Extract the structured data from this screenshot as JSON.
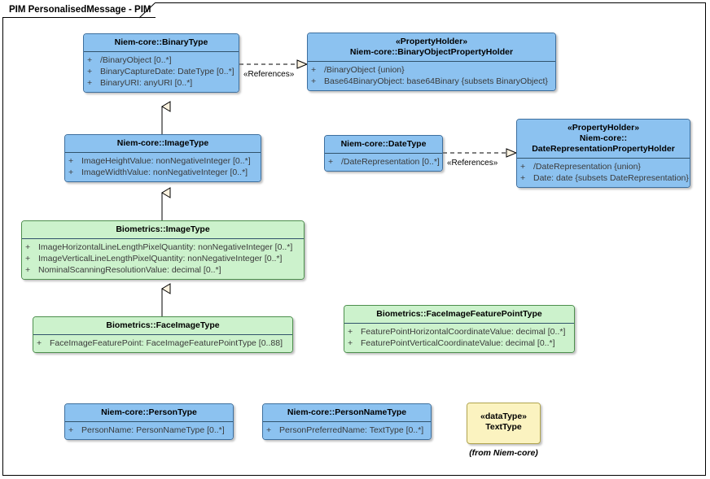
{
  "diagram": {
    "frame_title": "PIM PersonalisedMessage - PIM",
    "relationship_labels": {
      "references_binary": "«References»",
      "references_date": "«References»"
    },
    "classes": [
      {
        "id": "binarytype",
        "name": "Niem-core::BinaryType",
        "stereotype": "",
        "fill": "blue",
        "attributes": [
          {
            "visibility": "+",
            "text": "/BinaryObject [0..*]"
          },
          {
            "visibility": "+",
            "text": "BinaryCaptureDate: DateType [0..*]"
          },
          {
            "visibility": "+",
            "text": "BinaryURI: anyURI [0..*]"
          }
        ]
      },
      {
        "id": "binaryobjectpropertyholder",
        "name": "Niem-core::BinaryObjectPropertyHolder",
        "stereotype": "«PropertyHolder»",
        "fill": "blue",
        "attributes": [
          {
            "visibility": "+",
            "text": "/BinaryObject {union}"
          },
          {
            "visibility": "+",
            "text": "Base64BinaryObject: base64Binary {subsets BinaryObject}"
          }
        ]
      },
      {
        "id": "niemimagetype",
        "name": "Niem-core::ImageType",
        "stereotype": "",
        "fill": "blue",
        "attributes": [
          {
            "visibility": "+",
            "text": "ImageHeightValue: nonNegativeInteger [0..*]"
          },
          {
            "visibility": "+",
            "text": "ImageWidthValue: nonNegativeInteger [0..*]"
          }
        ]
      },
      {
        "id": "datetype",
        "name": "Niem-core::DateType",
        "stereotype": "",
        "fill": "blue",
        "attributes": [
          {
            "visibility": "+",
            "text": "/DateRepresentation [0..*]"
          }
        ]
      },
      {
        "id": "daterepresentationpropertyholder",
        "name": "Niem-core::\nDateRepresentationPropertyHolder",
        "name_line1": "Niem-core::",
        "name_line2": "DateRepresentationPropertyHolder",
        "stereotype": "«PropertyHolder»",
        "fill": "blue",
        "attributes": [
          {
            "visibility": "+",
            "text": "/DateRepresentation {union}"
          },
          {
            "visibility": "+",
            "text": "Date: date {subsets DateRepresentation}"
          }
        ]
      },
      {
        "id": "bioimagetype",
        "name": "Biometrics::ImageType",
        "stereotype": "",
        "fill": "green",
        "attributes": [
          {
            "visibility": "+",
            "text": "ImageHorizontalLineLengthPixelQuantity: nonNegativeInteger [0..*]"
          },
          {
            "visibility": "+",
            "text": "ImageVerticalLineLengthPixelQuantity: nonNegativeInteger [0..*]"
          },
          {
            "visibility": "+",
            "text": "NominalScanningResolutionValue: decimal [0..*]"
          }
        ]
      },
      {
        "id": "faceimagetype",
        "name": "Biometrics::FaceImageType",
        "stereotype": "",
        "fill": "green",
        "attributes": [
          {
            "visibility": "+",
            "text": "FaceImageFeaturePoint: FaceImageFeaturePointType [0..88]"
          }
        ]
      },
      {
        "id": "faceimagefeaturepointtype",
        "name": "Biometrics::FaceImageFeaturePointType",
        "stereotype": "",
        "fill": "green",
        "attributes": [
          {
            "visibility": "+",
            "text": "FeaturePointHorizontalCoordinateValue: decimal [0..*]"
          },
          {
            "visibility": "+",
            "text": "FeaturePointVerticalCoordinateValue: decimal [0..*]"
          }
        ]
      },
      {
        "id": "persontype",
        "name": "Niem-core::PersonType",
        "stereotype": "",
        "fill": "blue",
        "attributes": [
          {
            "visibility": "+",
            "text": "PersonName: PersonNameType [0..*]"
          }
        ]
      },
      {
        "id": "personnametype",
        "name": "Niem-core::PersonNameType",
        "stereotype": "",
        "fill": "blue",
        "attributes": [
          {
            "visibility": "+",
            "text": "PersonPreferredName: TextType [0..*]"
          }
        ]
      },
      {
        "id": "texttype",
        "name": "TextType",
        "stereotype": "«dataType»",
        "fill": "yellow",
        "caption": "(from Niem-core)",
        "attributes": []
      }
    ],
    "colors": {
      "blue_fill": "#8cc2f0",
      "blue_border": "#3d6f9e",
      "green_fill": "#ccf2cc",
      "green_border": "#4d8f4d",
      "yellow_fill": "#fbf3c0",
      "yellow_border": "#b0a44e",
      "line": "#000000"
    }
  }
}
